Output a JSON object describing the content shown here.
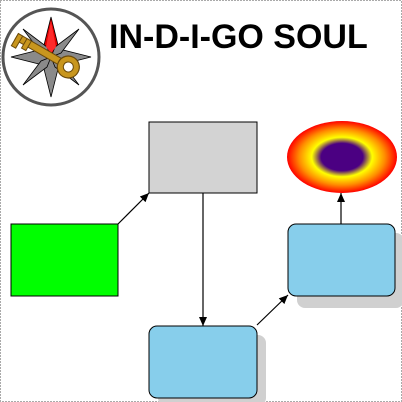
{
  "diagram": {
    "title": "IN-D-I-GO SOUL",
    "logo": {
      "icon": "compass-star-with-key",
      "colors": {
        "ring": "#555555",
        "disc": "#ffffff",
        "star_points": "#8a8a8a",
        "star_highlight": "#e00000",
        "key": "#c8961e"
      }
    },
    "nodes": [
      {
        "id": "start-box",
        "color": "#00ff00",
        "border": "#000000",
        "shadow": false
      },
      {
        "id": "gray-box",
        "color": "#d3d3d3",
        "border": "#000000",
        "shadow": false
      },
      {
        "id": "bottom-box",
        "color": "#87ceeb",
        "border": "#000000",
        "shadow": true
      },
      {
        "id": "right-box",
        "color": "#87ceeb",
        "border": "#000000",
        "shadow": true
      },
      {
        "id": "target-ellipse",
        "colors": [
          "#4b0082",
          "#ffff00",
          "#ff8c00",
          "#ff0000"
        ]
      }
    ],
    "edges": [
      {
        "from": "start-box",
        "to": "gray-box"
      },
      {
        "from": "gray-box",
        "to": "bottom-box"
      },
      {
        "from": "bottom-box",
        "to": "right-box"
      },
      {
        "from": "right-box",
        "to": "target-ellipse"
      }
    ],
    "frame_style": "dotted"
  }
}
